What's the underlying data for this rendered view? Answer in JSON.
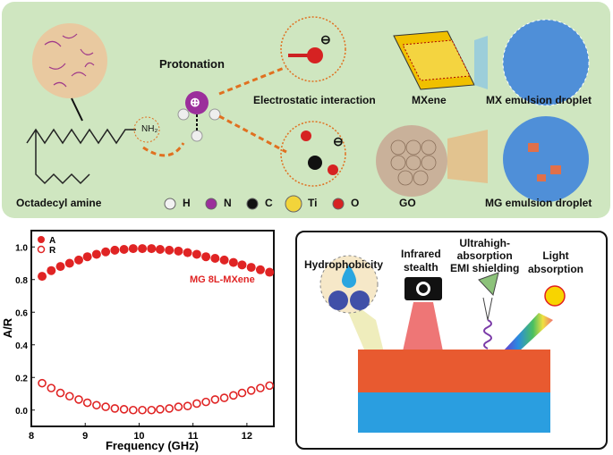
{
  "top_panel": {
    "octadecyl_amine": "Octadecyl amine",
    "nh2": "NH₂",
    "protonation": "Protonation",
    "plus_sign": "⊕",
    "minus_sign": "⊖",
    "electrostatic": "Electrostatic interaction",
    "mxene": "MXene",
    "mx_droplet": "MX emulsion droplet",
    "go": "GO",
    "mg_droplet": "MG emulsion droplet",
    "legend": [
      {
        "label": "H",
        "color": "#f2f2f2"
      },
      {
        "label": "N",
        "color": "#9b2f9b"
      },
      {
        "label": "C",
        "color": "#111111"
      },
      {
        "label": "Ti",
        "color": "#f2d43a"
      },
      {
        "label": "O",
        "color": "#d62222"
      }
    ],
    "background": "#cfe6c0"
  },
  "right_panel": {
    "hydrophobicity": "Hydrophobicity",
    "infrared": [
      "Infrared",
      "stealth"
    ],
    "emi": [
      "Ultrahigh-",
      "absorption",
      "EMI shielding"
    ],
    "light": [
      "Light",
      "absorption"
    ]
  },
  "chart_data": {
    "type": "scatter",
    "xlabel": "Frequency (GHz)",
    "ylabel": "A/R",
    "xlim": [
      8,
      12.5
    ],
    "ylim": [
      -0.1,
      1.1
    ],
    "xticks": [
      "8",
      "9",
      "10",
      "11",
      "12"
    ],
    "yticks": [
      "0.0",
      "0.2",
      "0.4",
      "0.6",
      "0.8",
      "1.0"
    ],
    "annotation": "MG 8L-MXene",
    "legend_position": "top-left",
    "grid": false,
    "x": [
      8.2,
      8.37,
      8.54,
      8.71,
      8.88,
      9.04,
      9.21,
      9.38,
      9.55,
      9.72,
      9.89,
      10.06,
      10.23,
      10.39,
      10.56,
      10.73,
      10.9,
      11.07,
      11.24,
      11.41,
      11.58,
      11.75,
      11.91,
      12.08,
      12.25,
      12.42
    ],
    "series": [
      {
        "name": "A",
        "marker": "filled",
        "color": "#e02424",
        "values": [
          0.82,
          0.855,
          0.88,
          0.9,
          0.92,
          0.94,
          0.955,
          0.97,
          0.98,
          0.985,
          0.99,
          0.99,
          0.99,
          0.985,
          0.98,
          0.975,
          0.965,
          0.955,
          0.94,
          0.93,
          0.92,
          0.905,
          0.89,
          0.875,
          0.86,
          0.845
        ]
      },
      {
        "name": "R",
        "marker": "open",
        "color": "#e02424",
        "values": [
          0.165,
          0.135,
          0.105,
          0.085,
          0.065,
          0.045,
          0.03,
          0.02,
          0.01,
          0.005,
          0,
          0,
          0,
          0.005,
          0.01,
          0.02,
          0.025,
          0.04,
          0.05,
          0.065,
          0.075,
          0.09,
          0.105,
          0.12,
          0.135,
          0.15
        ]
      }
    ]
  }
}
